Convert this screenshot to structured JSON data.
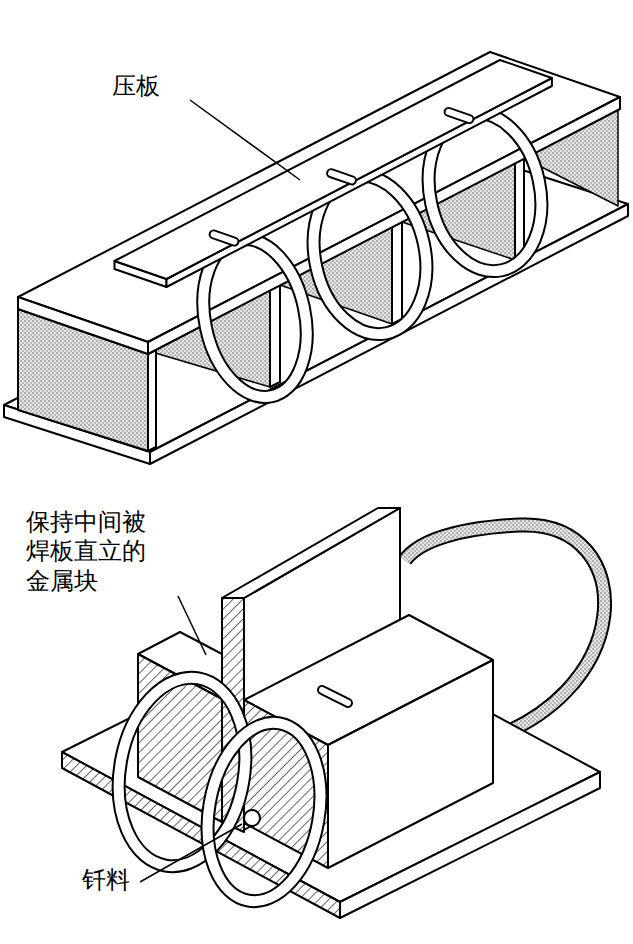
{
  "diagram": {
    "labels": [
      "压板",
      "保持中间被焊板直立的金属块",
      "钎料"
    ]
  }
}
